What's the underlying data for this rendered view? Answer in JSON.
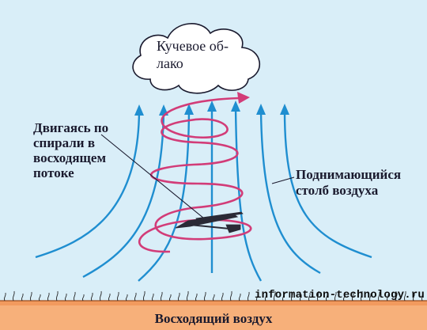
{
  "cloud": {
    "line1": "Кучевое об-",
    "line2": "лако"
  },
  "spiral_label": {
    "line1": "Двигаясь по",
    "line2": "спирали в",
    "line3": "восходящем",
    "line4": "потоке"
  },
  "column_label": {
    "line1": "Поднимающийся",
    "line2": "столб воздуха"
  },
  "ground_label": "Восходящий воздух",
  "watermark": "information-technology.ru",
  "colors": {
    "background": "#d9eef8",
    "airflow": "#1f8ed0",
    "spiral": "#d23c78",
    "ground": "#f7b07a",
    "ground_band": "#f29a5e",
    "text": "#1a1a2e"
  }
}
